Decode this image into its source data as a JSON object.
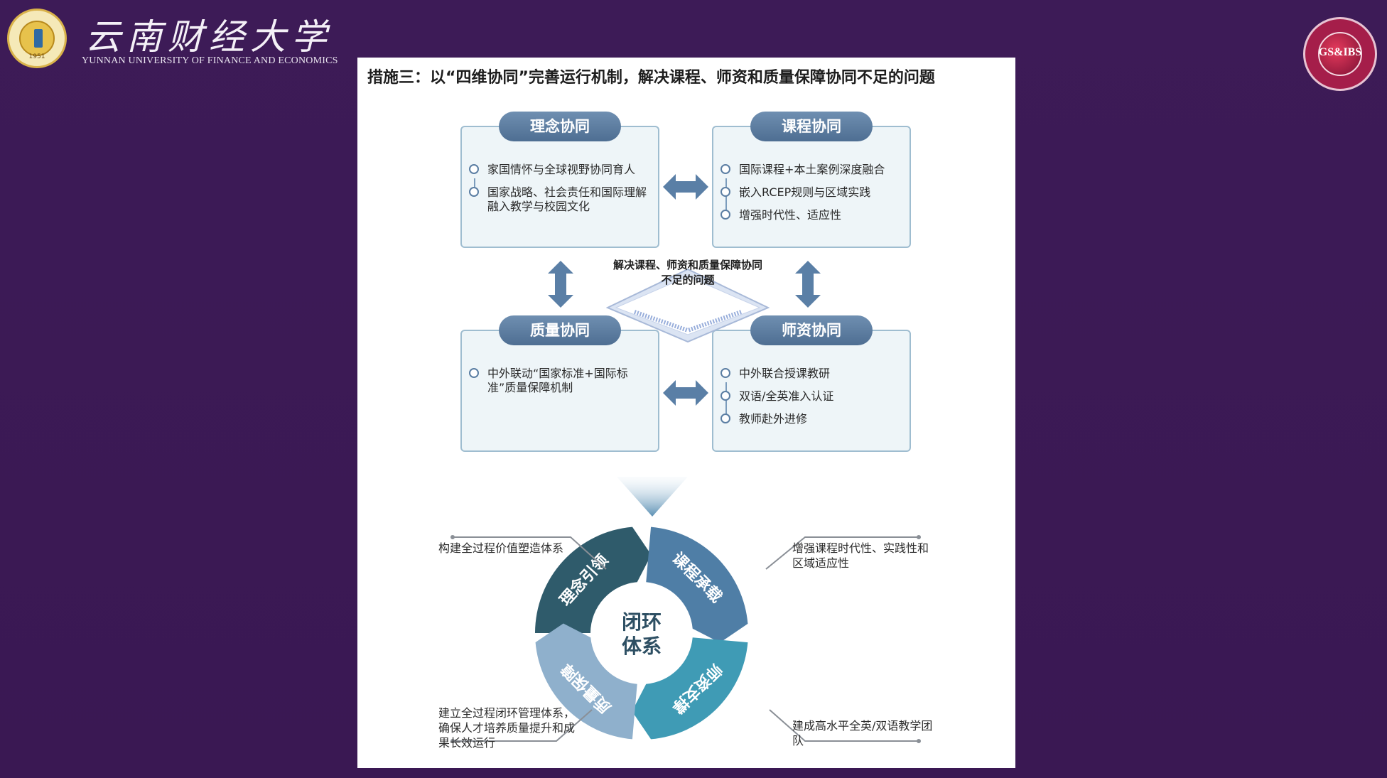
{
  "header": {
    "university_name_cn": "云南财经大学",
    "university_name_en": "YUNNAN UNIVERSITY OF FINANCE AND ECONOMICS",
    "logo_year": "1951",
    "right_logo_text": "GS&IBS"
  },
  "slide": {
    "title": "措施三：以“四维协同”完善运行机制，解决课程、师资和质量保障协同不足的问题",
    "cards": [
      {
        "head": "理念协同",
        "items": [
          "家国情怀与全球视野协同育人",
          "国家战略、社会责任和国际理解融入教学与校园文化"
        ]
      },
      {
        "head": "课程协同",
        "items": [
          "国际课程+本土案例深度融合",
          "嵌入RCEP规则与区域实践",
          "增强时代性、适应性"
        ]
      },
      {
        "head": "质量协同",
        "items": [
          "中外联动“国家标准+国际标准”质量保障机制"
        ]
      },
      {
        "head": "师资协同",
        "items": [
          "中外联合授课教研",
          "双语/全英准入认证",
          "教师赴外进修"
        ]
      }
    ],
    "center_label": "解决课程、师资和质量保障协同不足的问题",
    "cycle": {
      "center": [
        "闭环",
        "体系"
      ],
      "segments": [
        "理念引领",
        "课程承载",
        "师资支撑",
        "质量保障"
      ],
      "outer_labels": {
        "top_left": "构建全过程价值塑造体系",
        "top_right": "增强课程时代性、实践性和区域适应性",
        "bottom_left": "建立全过程闭环管理体系，确保人才培养质量提升和成果长效运行",
        "bottom_right": "建成高水平全英/双语教学团队"
      }
    }
  },
  "colors": {
    "background": "#3c1a55",
    "segment_dark": "#2f5b6b",
    "segment_mid": "#4f7ea6",
    "segment_teal": "#3f9bb5",
    "segment_light": "#8fb0cc"
  }
}
